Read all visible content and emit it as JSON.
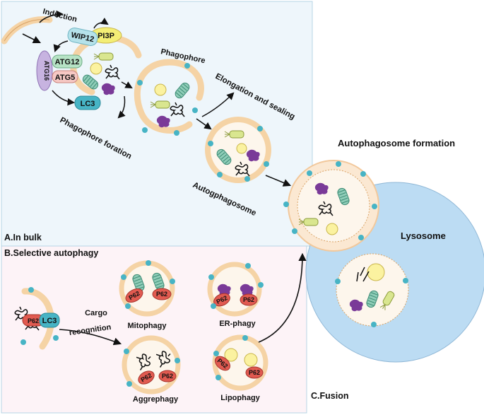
{
  "colors": {
    "panel_bulk_bg": "#eef6fb",
    "panel_selective_bg": "#fdf3f7",
    "membrane": "#f5d3a5",
    "membrane_stroke": "#d9a366",
    "vesicle_interior": "#fdf6ec",
    "receptor_dot": "#47b4c5",
    "lysosome": "#bcdcf3",
    "p62": "#e15a50",
    "mitochondria": "#8fcdb8",
    "er_protein": "#7a3a98",
    "lipid": "#fbf2a0",
    "rod": "#d9e68f"
  },
  "panels": {
    "bulk": "A.In bulk",
    "selective": "B.Selective autophagy",
    "fusion": "C.Fusion"
  },
  "labels": {
    "induction": "Induction",
    "phagophore": "Phagophore",
    "elongation": "Elongation and sealing",
    "phagophore_formation": "Phagophore foration",
    "autophagosome": "Autogphagosome",
    "autophagosome_formation": "Autophagosome formation",
    "lysosome": "Lysosome",
    "cargo_recognition_line1": "Cargo",
    "cargo_recognition_line2": "recognition",
    "mitophagy": "Mitophagy",
    "er_phagy": "ER-phagy",
    "aggrephagy": "Aggrephagy",
    "lipophagy": "Lipophagy"
  },
  "proteins": {
    "pi3p": "PI3P",
    "wip12": "WIP12",
    "atg16": "ATG16",
    "atg12": "ATG12",
    "atg5": "ATG5",
    "lc3": "LC3",
    "p62": "P62",
    "lc3_selective": "LC3"
  }
}
